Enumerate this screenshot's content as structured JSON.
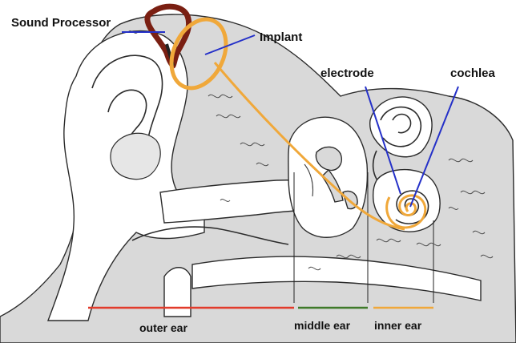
{
  "labels": {
    "sound_processor": "Sound Processor",
    "implant": "Implant",
    "electrode": "electrode",
    "cochlea": "cochlea",
    "outer_ear": "outer ear",
    "middle_ear": "middle ear",
    "inner_ear": "inner ear"
  },
  "colors": {
    "processor": "#7a1f12",
    "implant": "#f0a83a",
    "pointer": "#2430c8",
    "outer_ear_bar": "#e23b2b",
    "middle_ear_bar": "#3f7a2a",
    "inner_ear_bar": "#f0a83a",
    "tissue_fill": "#d9d9d9",
    "line": "#2b2b2b"
  }
}
